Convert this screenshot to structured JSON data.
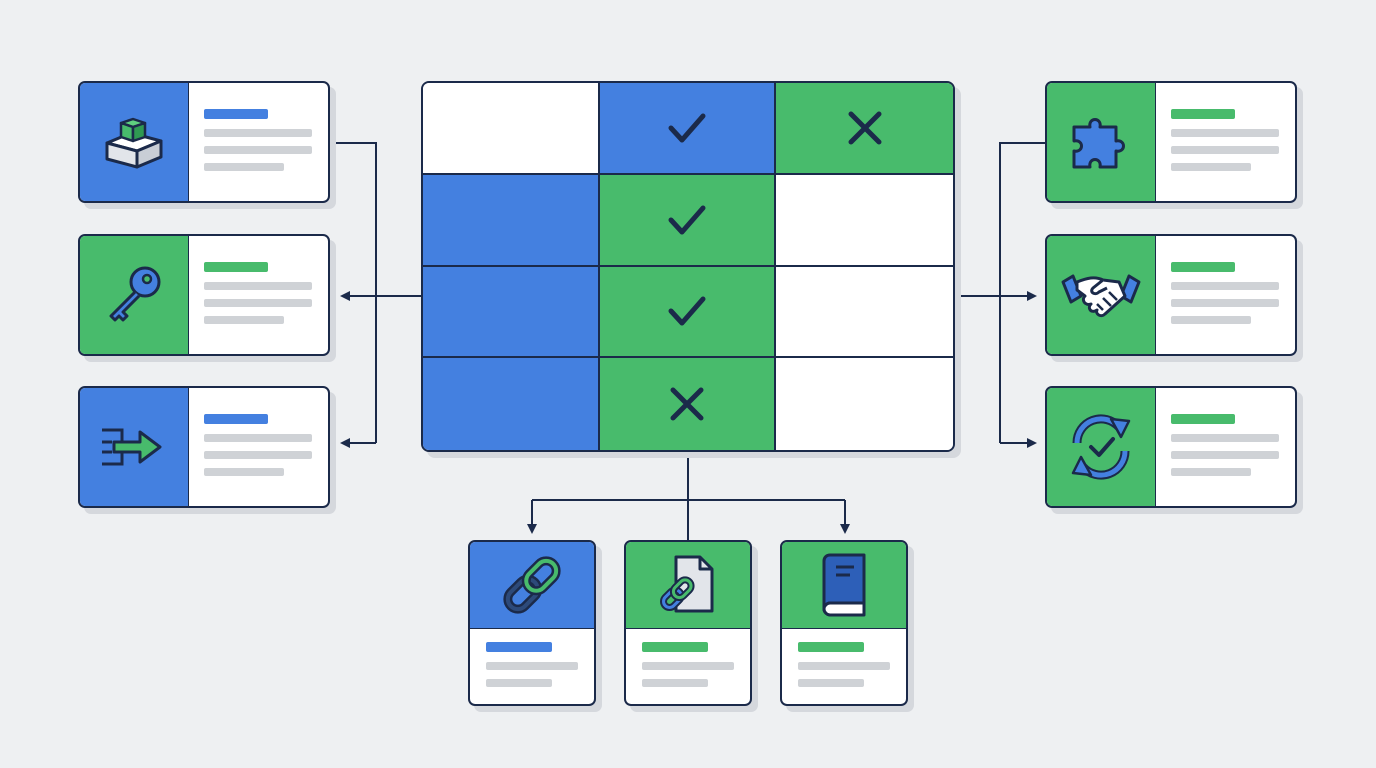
{
  "colors": {
    "blue": "#4480e0",
    "green": "#48bb6c",
    "navy": "#1b2a4a",
    "background": "#eef0f2",
    "placeholder_line": "#cfd2d6"
  },
  "matrix": {
    "cells": [
      [
        {
          "fill": "white",
          "mark": ""
        },
        {
          "fill": "blue",
          "mark": "check"
        },
        {
          "fill": "green",
          "mark": "cross"
        }
      ],
      [
        {
          "fill": "blue",
          "mark": ""
        },
        {
          "fill": "green",
          "mark": "check"
        },
        {
          "fill": "white",
          "mark": ""
        }
      ],
      [
        {
          "fill": "blue",
          "mark": ""
        },
        {
          "fill": "green",
          "mark": "check"
        },
        {
          "fill": "white",
          "mark": ""
        }
      ],
      [
        {
          "fill": "blue",
          "mark": ""
        },
        {
          "fill": "green",
          "mark": "cross"
        },
        {
          "fill": "white",
          "mark": ""
        }
      ]
    ]
  },
  "left_cards": [
    {
      "icon": "package-box-icon",
      "color": "blue"
    },
    {
      "icon": "key-icon",
      "color": "green"
    },
    {
      "icon": "import-arrow-icon",
      "color": "blue"
    }
  ],
  "right_cards": [
    {
      "icon": "puzzle-piece-icon",
      "color": "green"
    },
    {
      "icon": "handshake-icon",
      "color": "green"
    },
    {
      "icon": "sync-check-icon",
      "color": "green"
    }
  ],
  "bottom_cards": [
    {
      "icon": "chain-link-icon",
      "color": "blue"
    },
    {
      "icon": "linked-document-icon",
      "color": "green"
    },
    {
      "icon": "book-icon",
      "color": "green"
    }
  ]
}
